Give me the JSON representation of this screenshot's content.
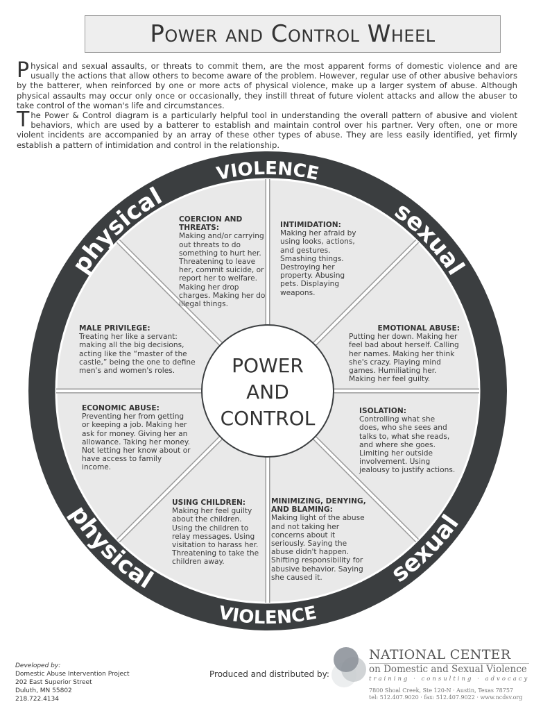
{
  "title": "Power and Control Wheel",
  "intro": [
    {
      "cap": "P",
      "text": "hysical and sexual assaults, or threats to commit them, are the most apparent forms of domestic violence and are usually the actions that allow others to become aware of the problem.  However, regular use of other abusive behaviors by the batterer, when reinforced by one or more acts of physical violence, make up a larger system of abuse.  Although physical assaults may occur only once or occasionally, they instill threat of future violent attacks and allow the abuser to take control of the woman's life and circumstances."
    },
    {
      "cap": "T",
      "text": "he Power & Control diagram is a particularly helpful tool in understanding the overall pattern of abusive and violent behaviors, which are used by a batterer to establish and maintain control over his partner.  Very often, one or more violent incidents are accompanied by an array of these other types of abuse.  They are less easily identified, yet firmly establish a pattern of intimidation and control in the relationship."
    }
  ],
  "ring": {
    "top_left": "physical",
    "top": "VIOLENCE",
    "top_right": "sexual",
    "bottom_left": "physical",
    "bottom": "VIOLENCE",
    "bottom_right": "sexual"
  },
  "center": [
    "POWER",
    "AND",
    "CONTROL"
  ],
  "wedges": {
    "coercion": {
      "title": "COERCION AND THREATS:",
      "text": "Making and/or carrying out threats to do something to hurt her. Threatening to leave her, commit suicide, or report her to welfare.  Making her drop charges.  Making her do illegal things."
    },
    "intimidation": {
      "title": "INTIMIDATION:",
      "text": "Making her afraid by using looks, actions, and gestures.  Smashing things.  Destroying her property.  Abusing pets. Displaying weapons."
    },
    "male_privilege": {
      "title": "MALE PRIVILEGE:",
      "text": "Treating her like a servant: making all the big decisions, acting like the “master of the castle,” being the one to define men's and women's roles."
    },
    "emotional": {
      "title": "EMOTIONAL ABUSE:",
      "text": "Putting her down.  Making her feel bad about herself. Calling her names.  Making her think she's crazy.  Playing mind games.  Humiliating her. Making her feel guilty."
    },
    "economic": {
      "title": "ECONOMIC ABUSE:",
      "text": "Preventing her from getting or keeping a job.  Making her ask for money.  Giving her an allowance.  Taking her money. Not letting her know about or have access to family income."
    },
    "isolation": {
      "title": "ISOLATION:",
      "text": "Controlling what she does, who she sees and talks to, what she reads, and where she goes.  Limiting her outside involvement. Using jealousy to justify actions."
    },
    "children": {
      "title": "USING CHILDREN:",
      "text": "Making her feel guilty about the children.  Using the children to relay messages.  Using visitation to harass her. Threatening to take the children away."
    },
    "minimizing": {
      "title": "MINIMIZING, DENYING, AND BLAMING:",
      "text": "Making light of the abuse and not taking her concerns about it seriously.  Saying the abuse didn't happen. Shifting responsibility for abusive behavior.  Saying she caused it."
    }
  },
  "footer": {
    "developed_by": "Developed by:",
    "org": "Domestic Abuse Intervention Project",
    "street": "202 East Superior Street",
    "city": "Duluth, MN 55802",
    "phone": "218.722.4134",
    "produced": "Produced and distributed by:",
    "ncdsv_name": "NATIONAL CENTER",
    "ncdsv_sub": "on Domestic and Sexual Violence",
    "ncdsv_tag": "training  ·  consulting  ·  advocacy",
    "ncdsv_addr": "7800 Shoal Creek, Ste 120-N  ·  Austin, Texas 78757",
    "ncdsv_contact": "tel: 512.407.9020  ·  fax: 512.407.9022  ·  www.ncdsv.org"
  },
  "colors": {
    "ring": "#3b3e40",
    "wedge": "#e9e9e9",
    "title_bg": "#eeeeee"
  }
}
